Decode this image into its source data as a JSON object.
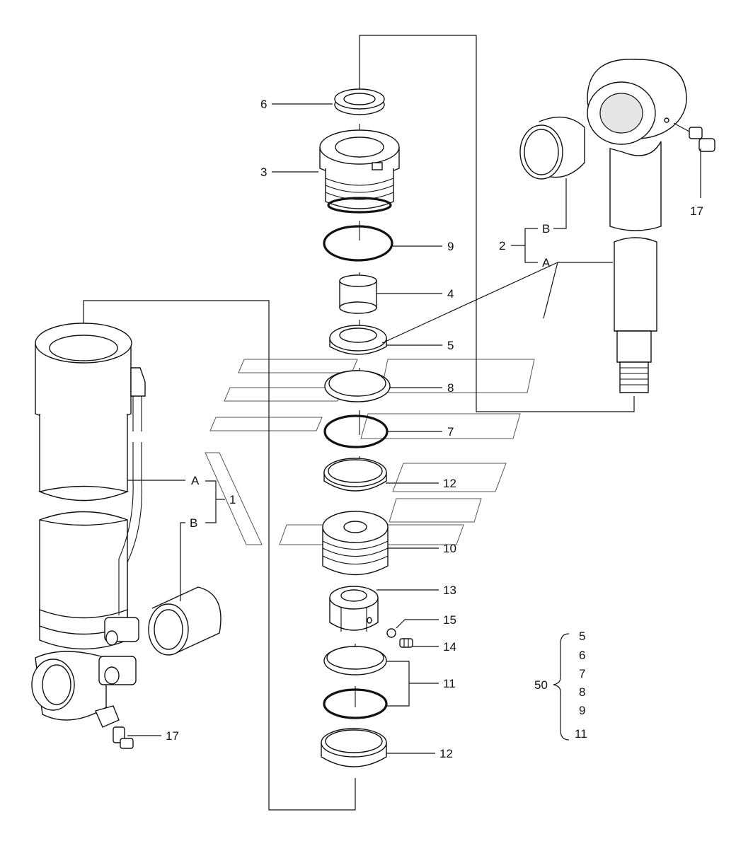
{
  "callouts": {
    "c6": "6",
    "c3": "3",
    "c9": "9",
    "c4": "4",
    "c5": "5",
    "c8": "8",
    "c7": "7",
    "c12a": "12",
    "c10": "10",
    "c13": "13",
    "c15": "15",
    "c14": "14",
    "c11": "11",
    "c12b": "12",
    "c17a": "17",
    "c17b": "17",
    "c1": "1",
    "c2": "2"
  },
  "letters": {
    "left_A": "A",
    "left_B": "B",
    "right_A": "A",
    "right_B": "B"
  },
  "kit": {
    "number": "50",
    "items": [
      "5",
      "6",
      "7",
      "8",
      "9",
      "11"
    ]
  }
}
